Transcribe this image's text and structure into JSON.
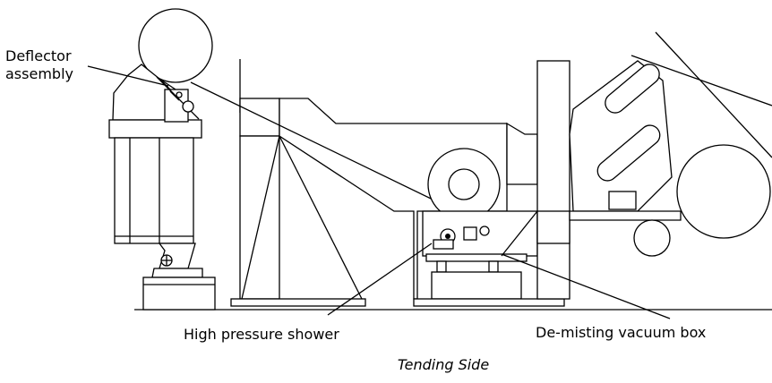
{
  "labels": {
    "deflector_line1": "Deflector",
    "deflector_line2": "assembly",
    "high_pressure_shower": "High pressure shower",
    "demisting_vacuum_box": "De-misting vacuum box"
  },
  "caption": "Tending Side"
}
